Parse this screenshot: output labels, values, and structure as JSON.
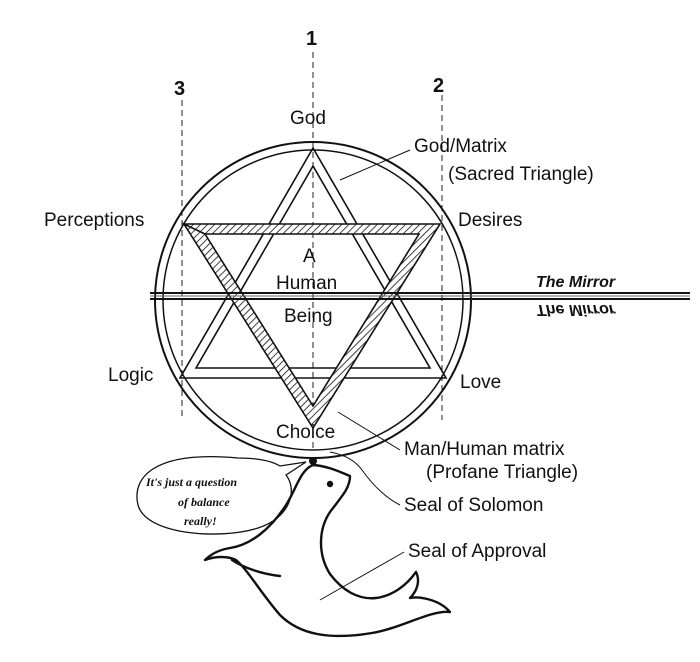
{
  "axes": {
    "axis_1": "1",
    "axis_2": "2",
    "axis_3": "3"
  },
  "labels": {
    "god": "God",
    "god_matrix": "God/Matrix",
    "sacred_triangle": "(Sacred Triangle)",
    "perceptions": "Perceptions",
    "desires": "Desires",
    "center_a": "A",
    "center_human": "Human",
    "center_being": "Being",
    "logic": "Logic",
    "love": "Love",
    "choice": "Choice",
    "man_human_matrix": "Man/Human matrix",
    "profane_triangle": "(Profane Triangle)",
    "seal_of_solomon": "Seal of Solomon",
    "seal_of_approval": "Seal of Approval"
  },
  "mirror": {
    "label": "The Mirror",
    "reflection": "The Mirror"
  },
  "speech_bubble": {
    "line1": "It's just a question",
    "line2": "of balance",
    "line3": "really!"
  },
  "colors": {
    "ink": "#111111",
    "background": "#ffffff"
  }
}
